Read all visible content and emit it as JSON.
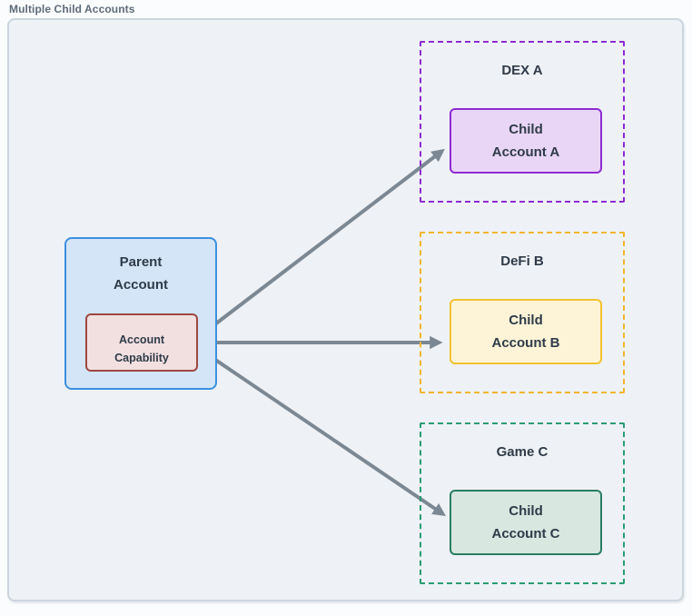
{
  "title": "Multiple Child Accounts",
  "colors": {
    "page_bg": "#fbfcfd",
    "canvas_bg": "#eef1f5",
    "canvas_border": "#ccd5de",
    "title_text": "#5d6b7a",
    "label_text": "#2f3b49",
    "arrow": "#7b8894"
  },
  "parent": {
    "label": "Parent\nAccount",
    "fill": "#d3e5f6",
    "border": "#3d8fe0",
    "capability": {
      "label": "Account\nCapability",
      "fill": "#f2e0e0",
      "border": "#9e4742"
    }
  },
  "groups": [
    {
      "name": "DEX A",
      "accent": "#8d2bd1",
      "child": {
        "label": "Child\nAccount A",
        "fill": "#e9d6f7",
        "border": "#8d2bd1"
      }
    },
    {
      "name": "DeFi B",
      "accent": "#f0b62f",
      "child": {
        "label": "Child\nAccount B",
        "fill": "#fdf4d7",
        "border": "#f2c230"
      }
    },
    {
      "name": "Game C",
      "accent": "#2b9c72",
      "child": {
        "label": "Child\nAccount C",
        "fill": "#d8e7df",
        "border": "#2a7d63"
      }
    }
  ]
}
